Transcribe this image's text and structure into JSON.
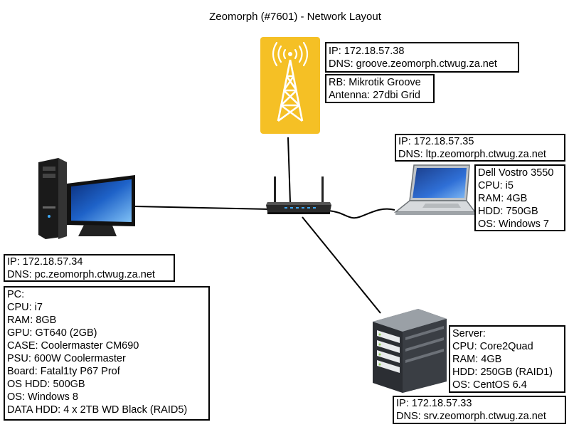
{
  "title": "Zeomorph (#7601) - Network Layout",
  "antenna": {
    "net": [
      "IP: 172.18.57.38",
      "DNS: groove.zeomorph.ctwug.za.net"
    ],
    "specs": [
      "RB: Mikrotik Groove",
      "Antenna: 27dbi Grid"
    ]
  },
  "laptop": {
    "net": [
      "IP: 172.18.57.35",
      "DNS: ltp.zeomorph.ctwug.za.net"
    ],
    "specs": [
      "Dell Vostro 3550",
      "CPU: i5",
      "RAM: 4GB",
      "HDD: 750GB",
      "OS: Windows 7"
    ]
  },
  "pc": {
    "net": [
      "IP: 172.18.57.34",
      "DNS: pc.zeomorph.ctwug.za.net"
    ],
    "specs": [
      "PC:",
      "CPU: i7",
      "RAM: 8GB",
      "GPU: GT640 (2GB)",
      "CASE: Coolermaster CM690",
      "PSU: 600W Coolermaster",
      "Board: Fatal1ty P67 Prof",
      "OS HDD: 500GB",
      "OS: Windows 8",
      "DATA HDD: 4 x 2TB WD Black (RAID5)"
    ]
  },
  "server": {
    "specs": [
      "Server:",
      "CPU: Core2Quad",
      "RAM: 4GB",
      "HDD: 250GB (RAID1)",
      "OS: CentOS 6.4"
    ],
    "net": [
      "IP: 172.18.57.33",
      "DNS: srv.zeomorph.ctwug.za.net"
    ]
  },
  "colors": {
    "antenna_bg": "#f5c025",
    "line": "#000000"
  }
}
